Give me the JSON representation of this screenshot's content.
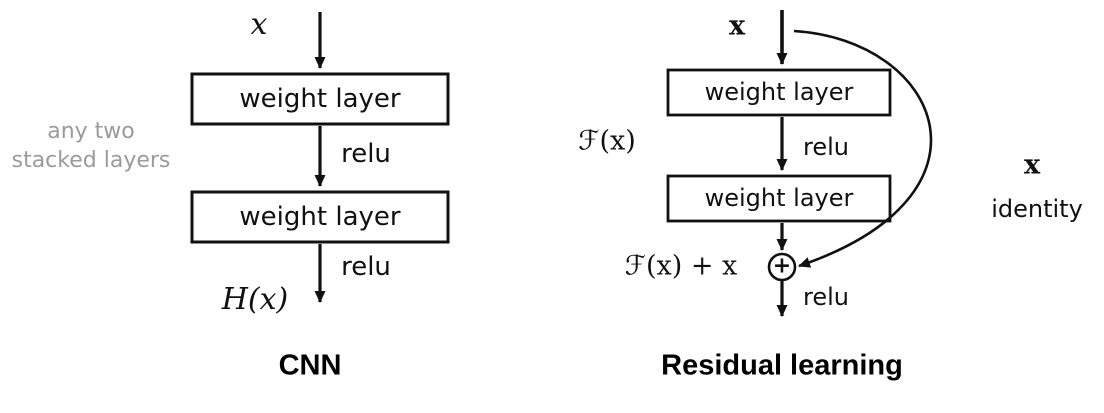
{
  "cnn": {
    "input": "x",
    "note_line1": "any two",
    "note_line2": "stacked layers",
    "layer1": "weight layer",
    "relu1": "relu",
    "layer2": "weight layer",
    "relu2": "relu",
    "output": "H(x)",
    "caption": "CNN"
  },
  "residual": {
    "input": "x",
    "function_label": "ℱ(x)",
    "layer1": "weight layer",
    "relu1": "relu",
    "layer2": "weight layer",
    "sum_label": "ℱ(x) + x",
    "plus": "+",
    "identity_line1": "x",
    "identity_line2": "identity",
    "relu2": "relu",
    "caption": "Residual learning"
  },
  "colors": {
    "ink": "#111111",
    "note_gray": "#9b9b9b",
    "background": "#ffffff"
  }
}
